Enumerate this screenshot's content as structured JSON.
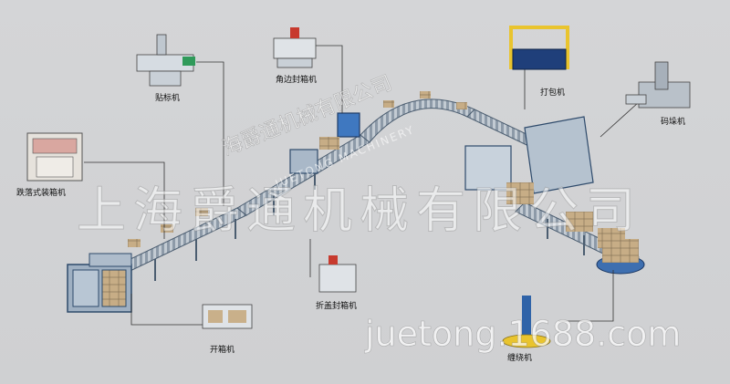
{
  "labels": {
    "labeler": "贴标机",
    "corner_sealer": "角边封箱机",
    "strapping": "打包机",
    "palletizer": "码垛机",
    "drop_packer": "跌落式装箱机",
    "fold_sealer": "折盖封箱机",
    "erector": "开箱机",
    "wrapper": "缠绕机"
  },
  "watermark": {
    "company_cn": "上海爵通机械有限公司",
    "company_cn_diag": "海爵通机械有限公司",
    "company_en": "JUETONG MACHINERY",
    "url": "juetong.1688.com"
  },
  "colors": {
    "background": "#d0d1d3",
    "conveyor": "#5a6f84",
    "roller": "#b9c2cb",
    "leader_line": "#333333",
    "machine_blue": "#2f63a8",
    "machine_yellow": "#e9c42e",
    "carton": "#c9b08a"
  }
}
